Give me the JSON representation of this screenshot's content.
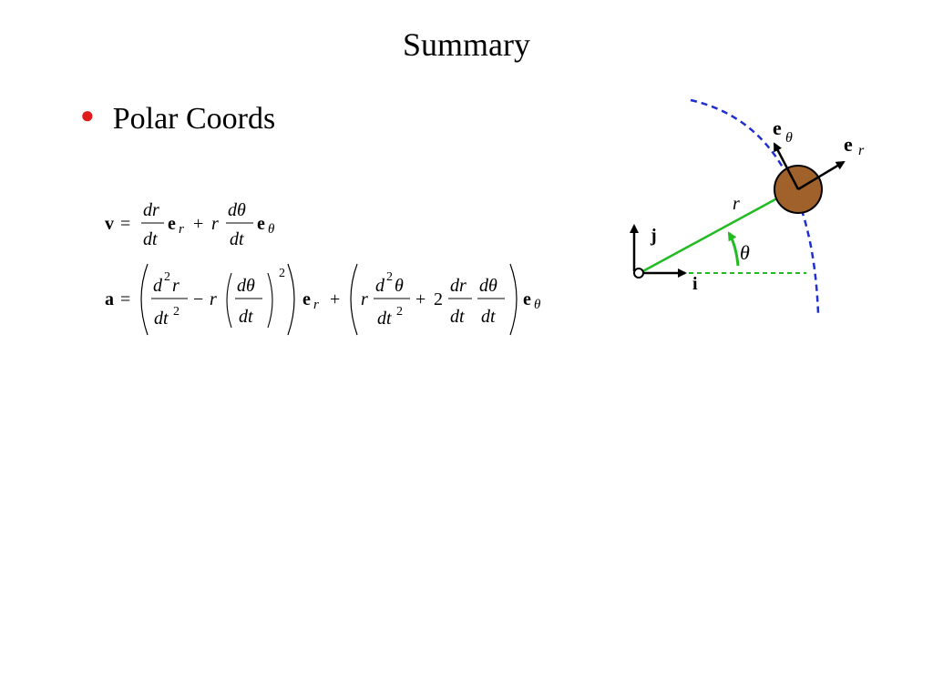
{
  "slide": {
    "title": "Summary",
    "bullet": "Polar Coords"
  },
  "equations": {
    "velocity": {
      "lhs": "v",
      "eq": "=",
      "t1_num": "dr",
      "t1_den": "dt",
      "er": "e",
      "er_sub": "r",
      "plus": "+",
      "r": "r",
      "t2_num": "dθ",
      "t2_den": "dt",
      "et": "e",
      "et_sub": "θ"
    },
    "acceleration": {
      "lhs": "a",
      "eq": "=",
      "d2r_num": "d",
      "d2r_num_exp": "2",
      "d2r_num_var": "r",
      "d2r_den": "dt",
      "d2r_den_exp": "2",
      "minus": "−",
      "r": "r",
      "dth_num": "dθ",
      "dth_den": "dt",
      "sq": "2",
      "er": "e",
      "er_sub": "r",
      "plus": "+",
      "r2": "r",
      "d2th_num": "d",
      "d2th_num_exp": "2",
      "d2th_num_var": "θ",
      "d2th_den": "dt",
      "d2th_den_exp": "2",
      "plus2": "+",
      "two": "2",
      "drdt_num": "dr",
      "drdt_den": "dt",
      "dthdt_num": "dθ",
      "dthdt_den": "dt",
      "et": "e",
      "et_sub": "θ"
    }
  },
  "diagram": {
    "label_j": "j",
    "label_i": "i",
    "label_r": "r",
    "label_theta": "θ",
    "label_etheta": "e",
    "label_etheta_sub": "θ",
    "label_er": "e",
    "label_er_sub": "r",
    "colors": {
      "radius_line": "#22bb22",
      "reference_line": "#22bb22",
      "path_arc": "#1f2fd0",
      "particle": "#a0622a",
      "bullet": "#e01b1b"
    }
  }
}
